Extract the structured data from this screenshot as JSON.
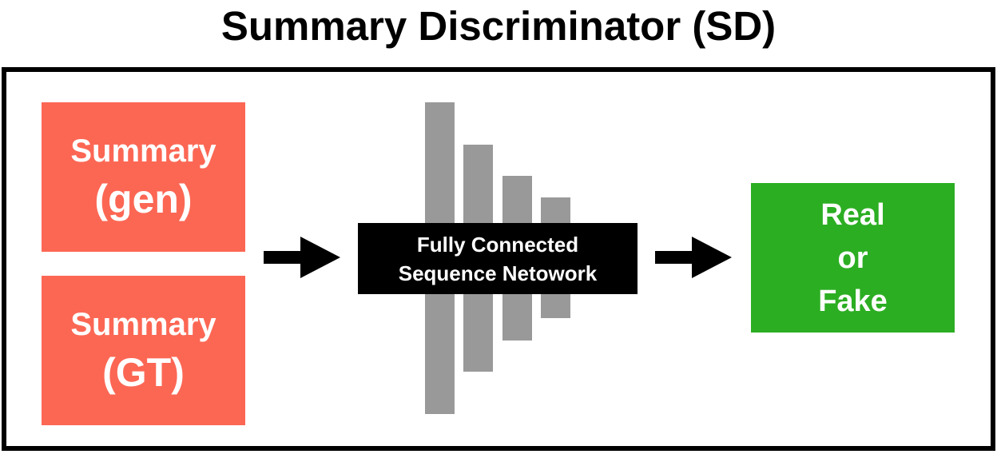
{
  "title": "Summary Discriminator (SD)",
  "inputs": [
    {
      "line1": "Summary",
      "line2": "(gen)"
    },
    {
      "line1": "Summary",
      "line2": "(GT)"
    }
  ],
  "network": {
    "line1": "Fully Connected",
    "line2": "Sequence Netowork"
  },
  "output": {
    "line1": "Real",
    "line2": "or",
    "line3": "Fake"
  },
  "colors": {
    "input_box": "#fc6754",
    "output_box": "#2cae23",
    "bars": "#999999",
    "network_label": "#000000",
    "frame": "#000000",
    "arrows": "#000000"
  },
  "icons": [
    "right-arrow-icon",
    "right-arrow-icon"
  ]
}
